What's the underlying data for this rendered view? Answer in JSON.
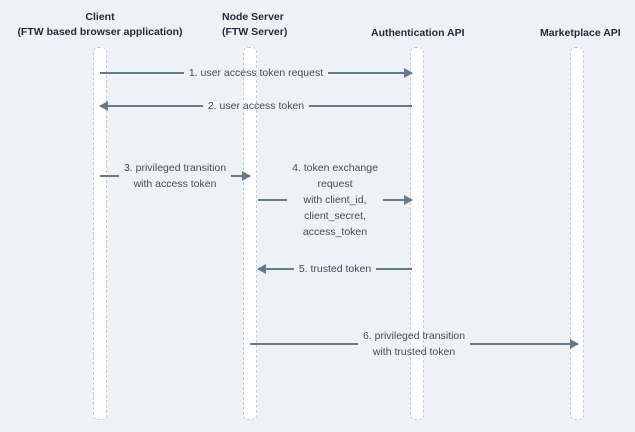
{
  "diagram": {
    "type": "sequence-diagram",
    "background_color": "#eef1f5",
    "line_color": "#677a8a",
    "text_color": "#3f4e5a",
    "header_text_color": "#1f2b3a",
    "lifeline_fill": "#ffffff",
    "lifeline_border": "#c3cdd8"
  },
  "participants": [
    {
      "id": "client",
      "title": "Client",
      "subtitle": "(FTW based browser application)"
    },
    {
      "id": "node-server",
      "title": "Node Server",
      "subtitle": "(FTW Server)"
    },
    {
      "id": "authentication-api",
      "title": "Authentication API",
      "subtitle": ""
    },
    {
      "id": "marketplace-api",
      "title": "Marketplace API",
      "subtitle": ""
    }
  ],
  "messages": [
    {
      "number": "1.",
      "label_lines": [
        "1. user access token request"
      ],
      "from": "client",
      "to": "authentication-api",
      "direction": "right"
    },
    {
      "number": "2.",
      "label_lines": [
        "2. user access token"
      ],
      "from": "authentication-api",
      "to": "client",
      "direction": "left"
    },
    {
      "number": "3.",
      "label_lines": [
        "3. privileged transition",
        "with access token"
      ],
      "from": "client",
      "to": "node-server",
      "direction": "right"
    },
    {
      "number": "4.",
      "label_lines": [
        "4. token exchange",
        "request",
        "with client_id,",
        "client_secret,",
        "access_token"
      ],
      "from": "node-server",
      "to": "authentication-api",
      "direction": "right"
    },
    {
      "number": "5.",
      "label_lines": [
        "5. trusted token"
      ],
      "from": "authentication-api",
      "to": "node-server",
      "direction": "left"
    },
    {
      "number": "6.",
      "label_lines": [
        "6. privileged transition",
        "with trusted token"
      ],
      "from": "node-server",
      "to": "marketplace-api",
      "direction": "right"
    }
  ]
}
